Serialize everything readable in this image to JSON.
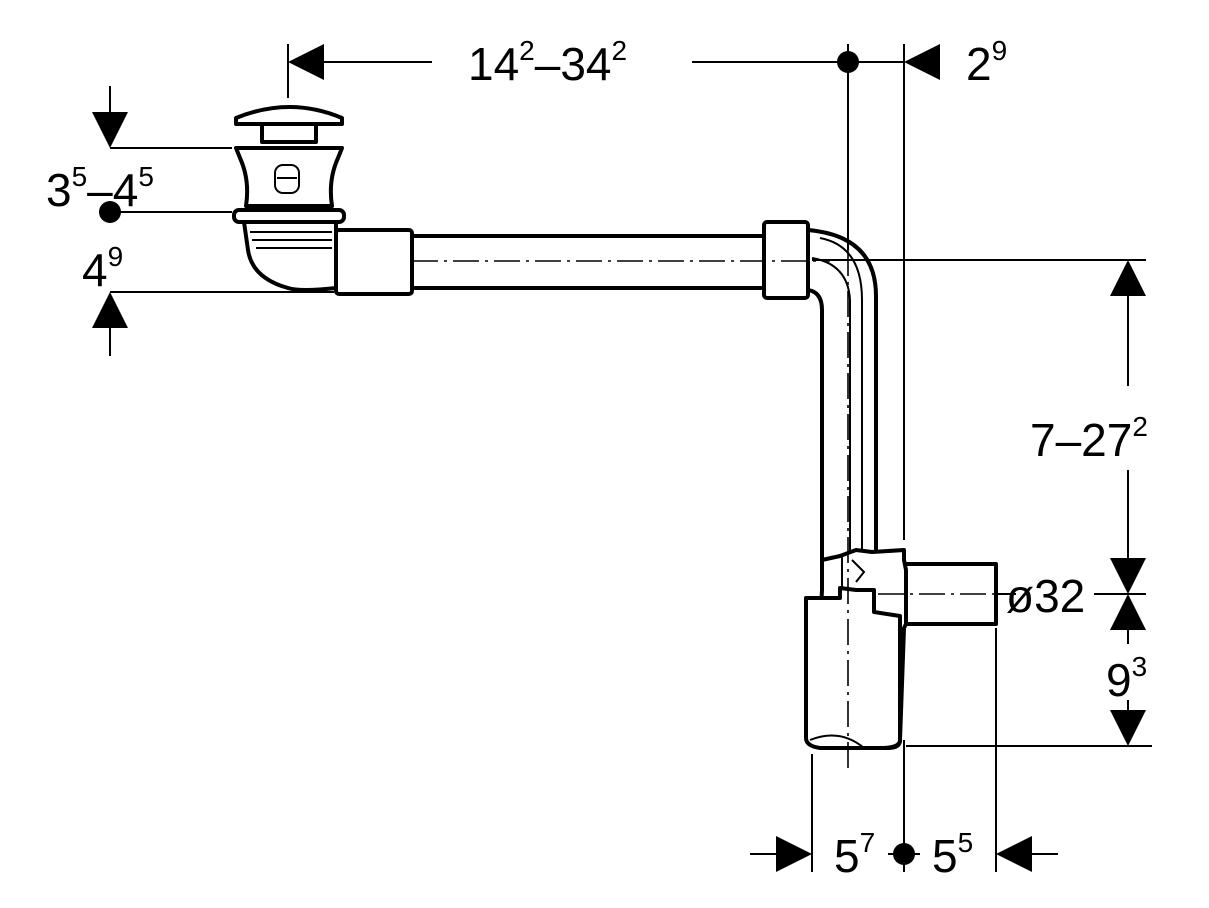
{
  "dimensions": {
    "horizontal_length": {
      "base": "14",
      "sup_a": "2",
      "sep": "–",
      "base_b": "34",
      "sup_b": "2"
    },
    "offset_top": {
      "base": "2",
      "sup": "9"
    },
    "valve_height": {
      "base_a": "3",
      "sup_a": "5",
      "sep": "–",
      "base_b": "4",
      "sup_b": "5"
    },
    "valve_offset": {
      "base": "4",
      "sup": "9"
    },
    "vertical_length": {
      "base": "7–27",
      "sup": "2"
    },
    "outlet_diameter": {
      "text": "ø32"
    },
    "outlet_height": {
      "base": "9",
      "sup": "3"
    },
    "trap_left": {
      "base": "5",
      "sup": "7"
    },
    "trap_right": {
      "base": "5",
      "sup": "5"
    }
  }
}
